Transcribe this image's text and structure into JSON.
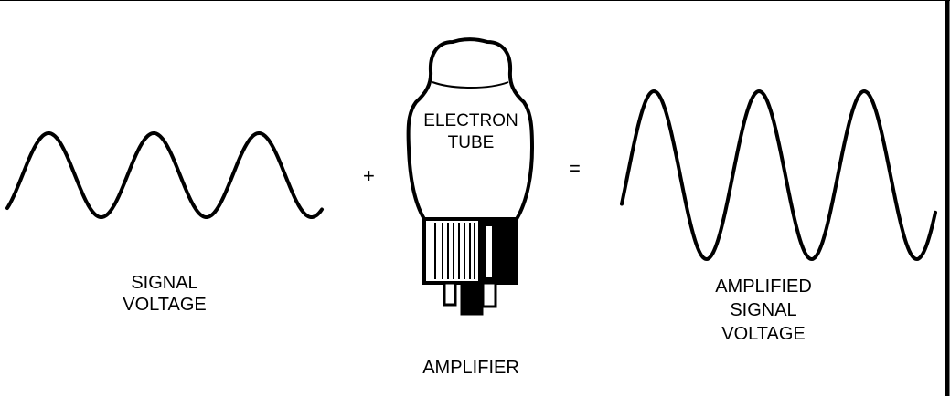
{
  "diagram": {
    "input_label": [
      "SIGNAL",
      "VOLTAGE"
    ],
    "plus_sign": "+",
    "tube_label": [
      "ELECTRON",
      "TUBE"
    ],
    "equals_sign": "=",
    "output_label": [
      "AMPLIFIED",
      "SIGNAL",
      "VOLTAGE"
    ],
    "component_label": "AMPLIFIER"
  },
  "colors": {
    "ink": "#000000",
    "background": "#ffffff"
  }
}
